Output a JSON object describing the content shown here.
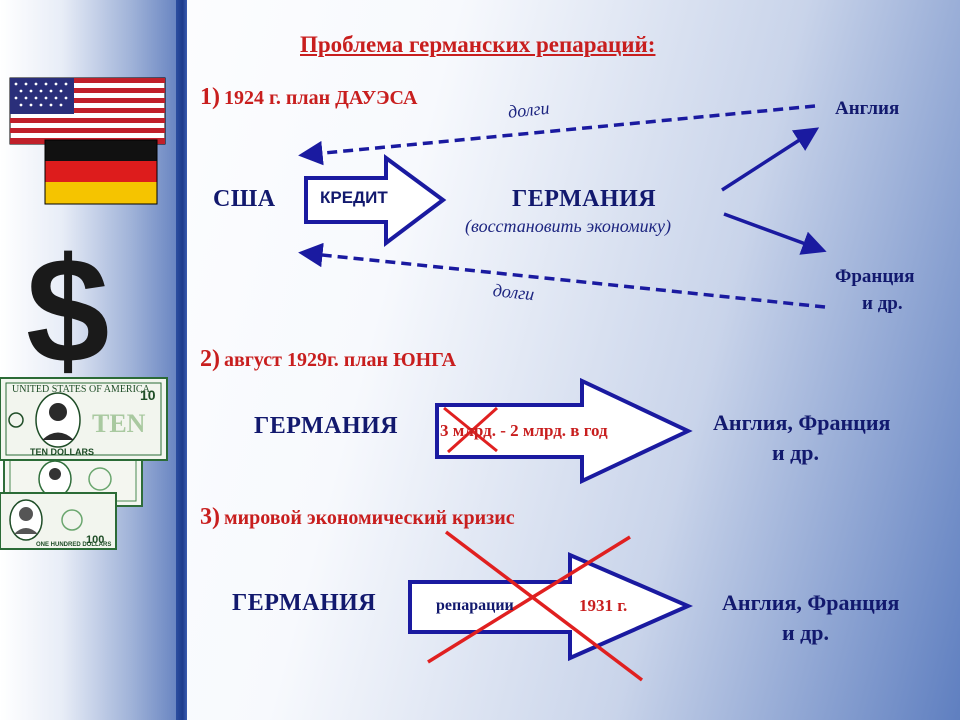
{
  "title": "Проблема германских репараций:",
  "step1": {
    "number": "1)",
    "label": "1924 г. план ДАУЭСА",
    "source": "США",
    "arrow_label": "КРЕДИТ",
    "target": "ГЕРМАНИЯ",
    "target_note": "(восстановить экономику)",
    "debt_top": "долги",
    "debt_bottom": "долги",
    "dest1": "Англия",
    "dest2_line1": "Франция",
    "dest2_line2": "и др."
  },
  "step2": {
    "number": "2)",
    "label": "август 1929г. план ЮНГА",
    "source": "ГЕРМАНИЯ",
    "arrow_label": "3 млрд. - 2 млрд. в год",
    "dest_line1": "Англия, Франция",
    "dest_line2": "и др."
  },
  "step3": {
    "number": "3)",
    "label": "мировой экономический кризис",
    "source": "ГЕРМАНИЯ",
    "arrow_label_a": "репарации",
    "arrow_label_b": "1931 г.",
    "dest_line1": "Англия, Франция",
    "dest_line2": "и др."
  },
  "sidebar": {
    "dollar_sign": "$",
    "bill1_top": "UNITED STATES OF AMERICA",
    "bill1_ten": "TEN",
    "bill1_bottom": "TEN DOLLARS",
    "bill1_corner": "10",
    "bill3_bottom": "ONE HUNDRED DOLLARS",
    "bill3_corner": "100"
  },
  "colors": {
    "accent_red": "#c81e1e",
    "navy": "#12196e",
    "arrow_blue": "#1a1aa0",
    "cross_red": "#e02020"
  }
}
